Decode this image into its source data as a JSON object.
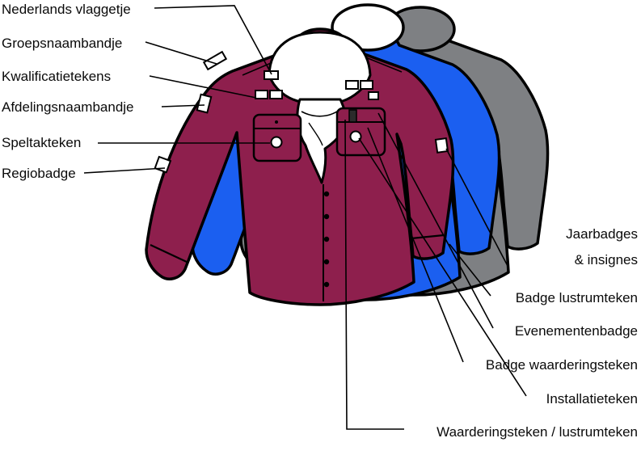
{
  "colors": {
    "background": "#ffffff",
    "outline": "#000000",
    "front_shirt": "#8e1f4d",
    "middle_shirt": "#1b5ff0",
    "back_shirt": "#7e8083",
    "scarf_white": "#ffffff",
    "badge_fill": "#ffffff",
    "pocket_detail_dark": "#2b2b2b",
    "label_text": "#0a0a0a"
  },
  "labels": {
    "left": [
      "Nederlands vlaggetje",
      "Groepsnaambandje",
      "Kwalificatietekens",
      "Afdelingsnaambandje",
      "Speltakteken",
      "Regiobadge"
    ],
    "right": [
      "Jaarbadges",
      "& insignes",
      "Badge lustrumteken",
      "Evenementenbadge",
      "Badge waarderingsteken",
      "Installatieteken",
      "Waarderingsteken / lustrumteken"
    ]
  }
}
